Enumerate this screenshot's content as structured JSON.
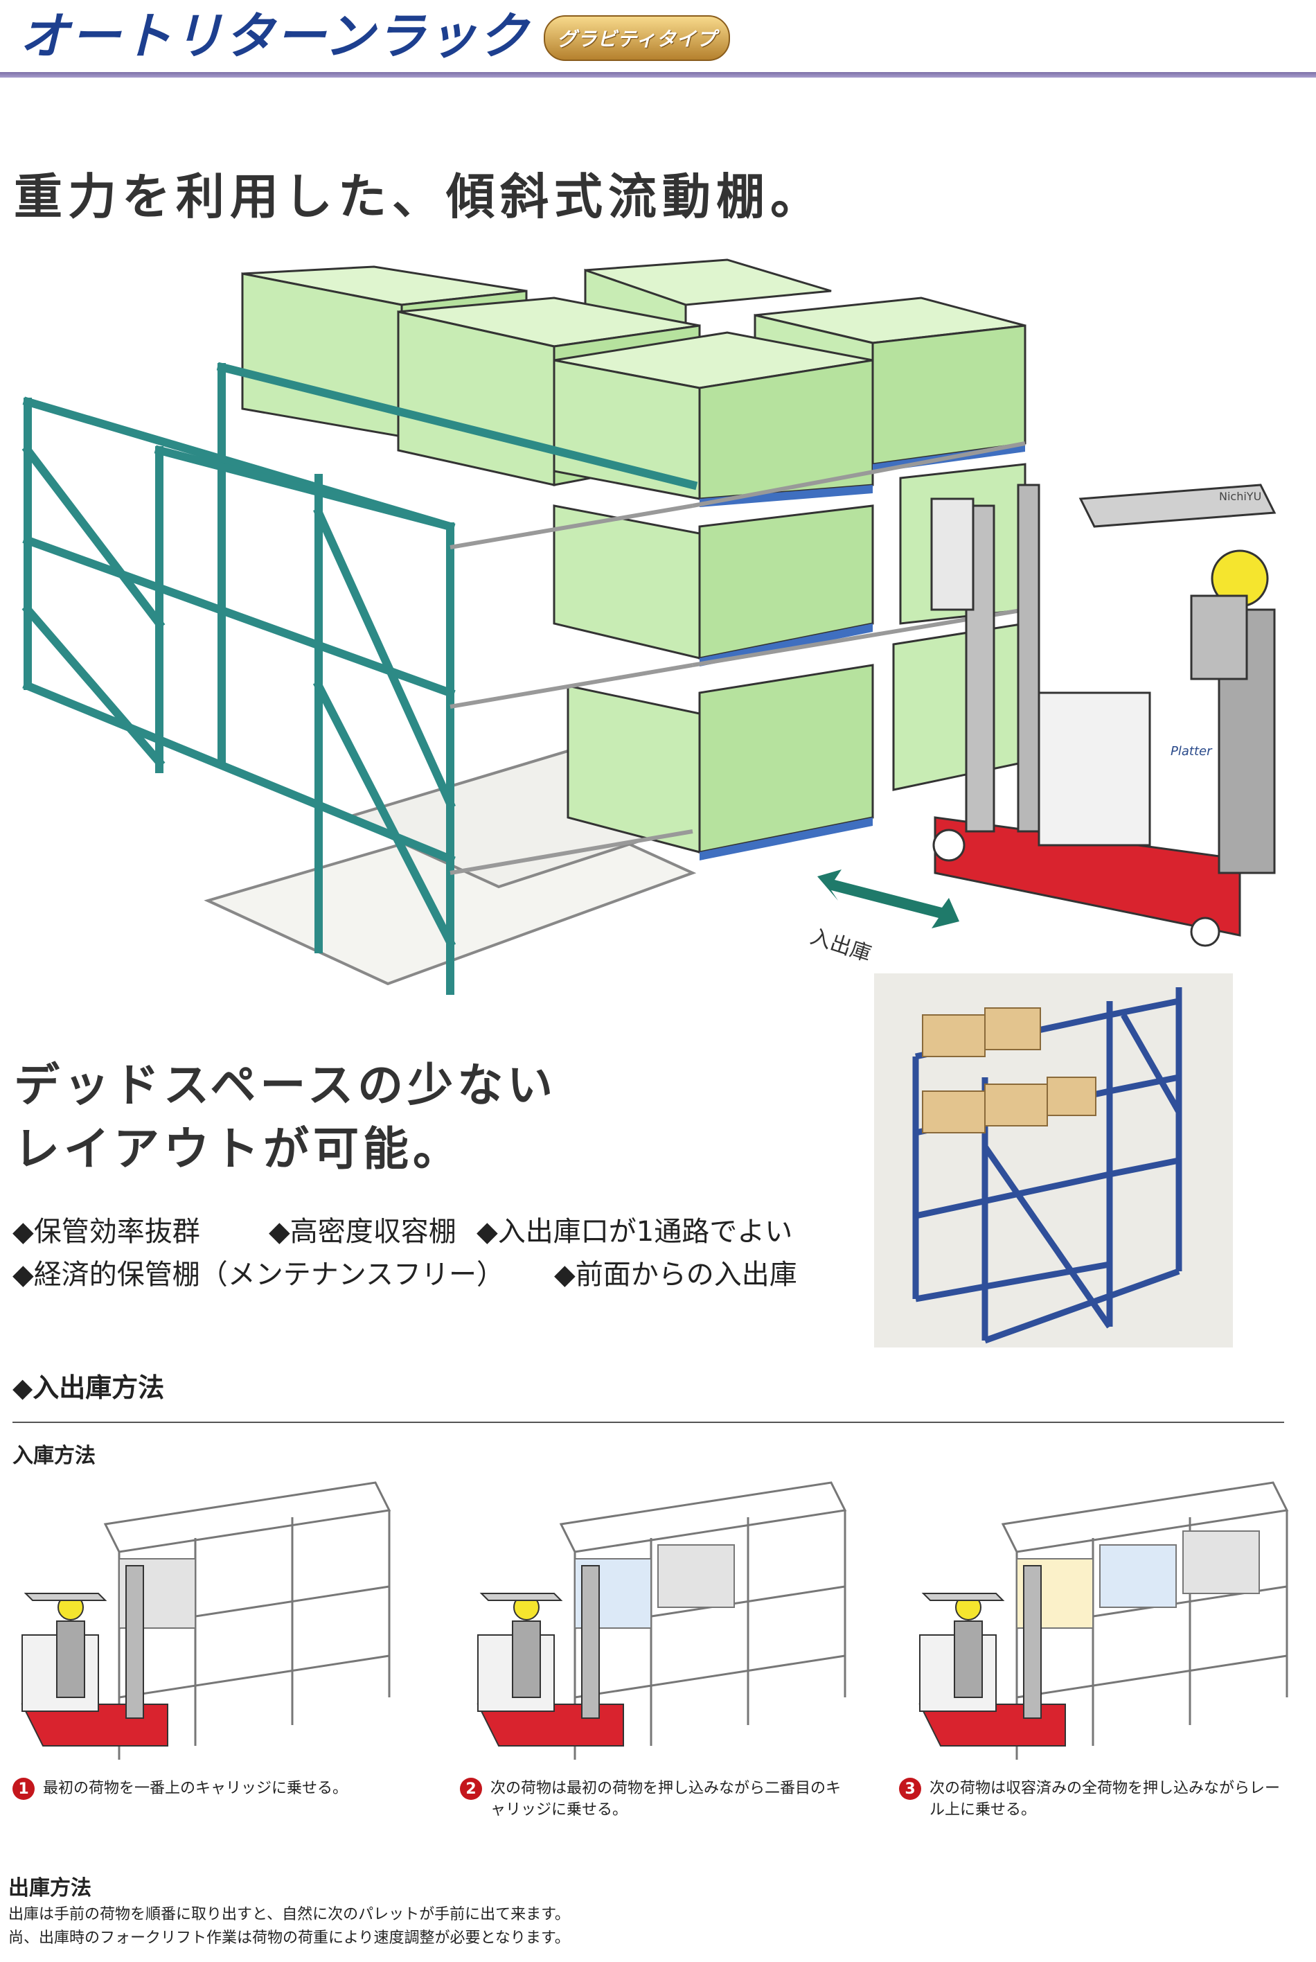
{
  "header": {
    "title": "オートリターンラック",
    "badge": "グラビティタイプ"
  },
  "headline": "重力を利用した、傾斜式流動棚。",
  "illustration": {
    "arrow_label": "入出庫",
    "forklift_brand": "Platter",
    "forklift_mast": "NichiYU"
  },
  "subhead": {
    "line1": "デッドスペースの少ない",
    "line2": "レイアウトが可能。"
  },
  "features": [
    "◆保管効率抜群",
    "◆高密度収容棚",
    "◆入出庫口が1通路でよい",
    "◆経済的保管棚（メンテナンスフリー）",
    "◆前面からの入出庫"
  ],
  "section": {
    "title": "◆入出庫方法",
    "inbound_title": "入庫方法",
    "steps": [
      {
        "num": "1",
        "text": "最初の荷物を一番上のキャリッジに乗せる。"
      },
      {
        "num": "2",
        "text": "次の荷物は最初の荷物を押し込みながら二番目のキャリッジに乗せる。"
      },
      {
        "num": "3",
        "text": "次の荷物は収容済みの全荷物を押し込みながらレール上に乗せる。"
      }
    ],
    "outbound_title": "出庫方法",
    "outbound_lines": [
      "出庫は手前の荷物を順番に取り出すと、自然に次のパレットが手前に出て来ます。",
      "尚、出庫時のフォークリフト作業は荷物の荷重により速度調整が必要となります。"
    ]
  },
  "colors": {
    "title_blue": "#1d3f8f",
    "rack_teal": "#2d8a86",
    "box_green": "#c8ecb4",
    "forklift_red": "#d9232e",
    "photo_rack_blue": "#2f4f9a",
    "step_red": "#c4161c"
  }
}
